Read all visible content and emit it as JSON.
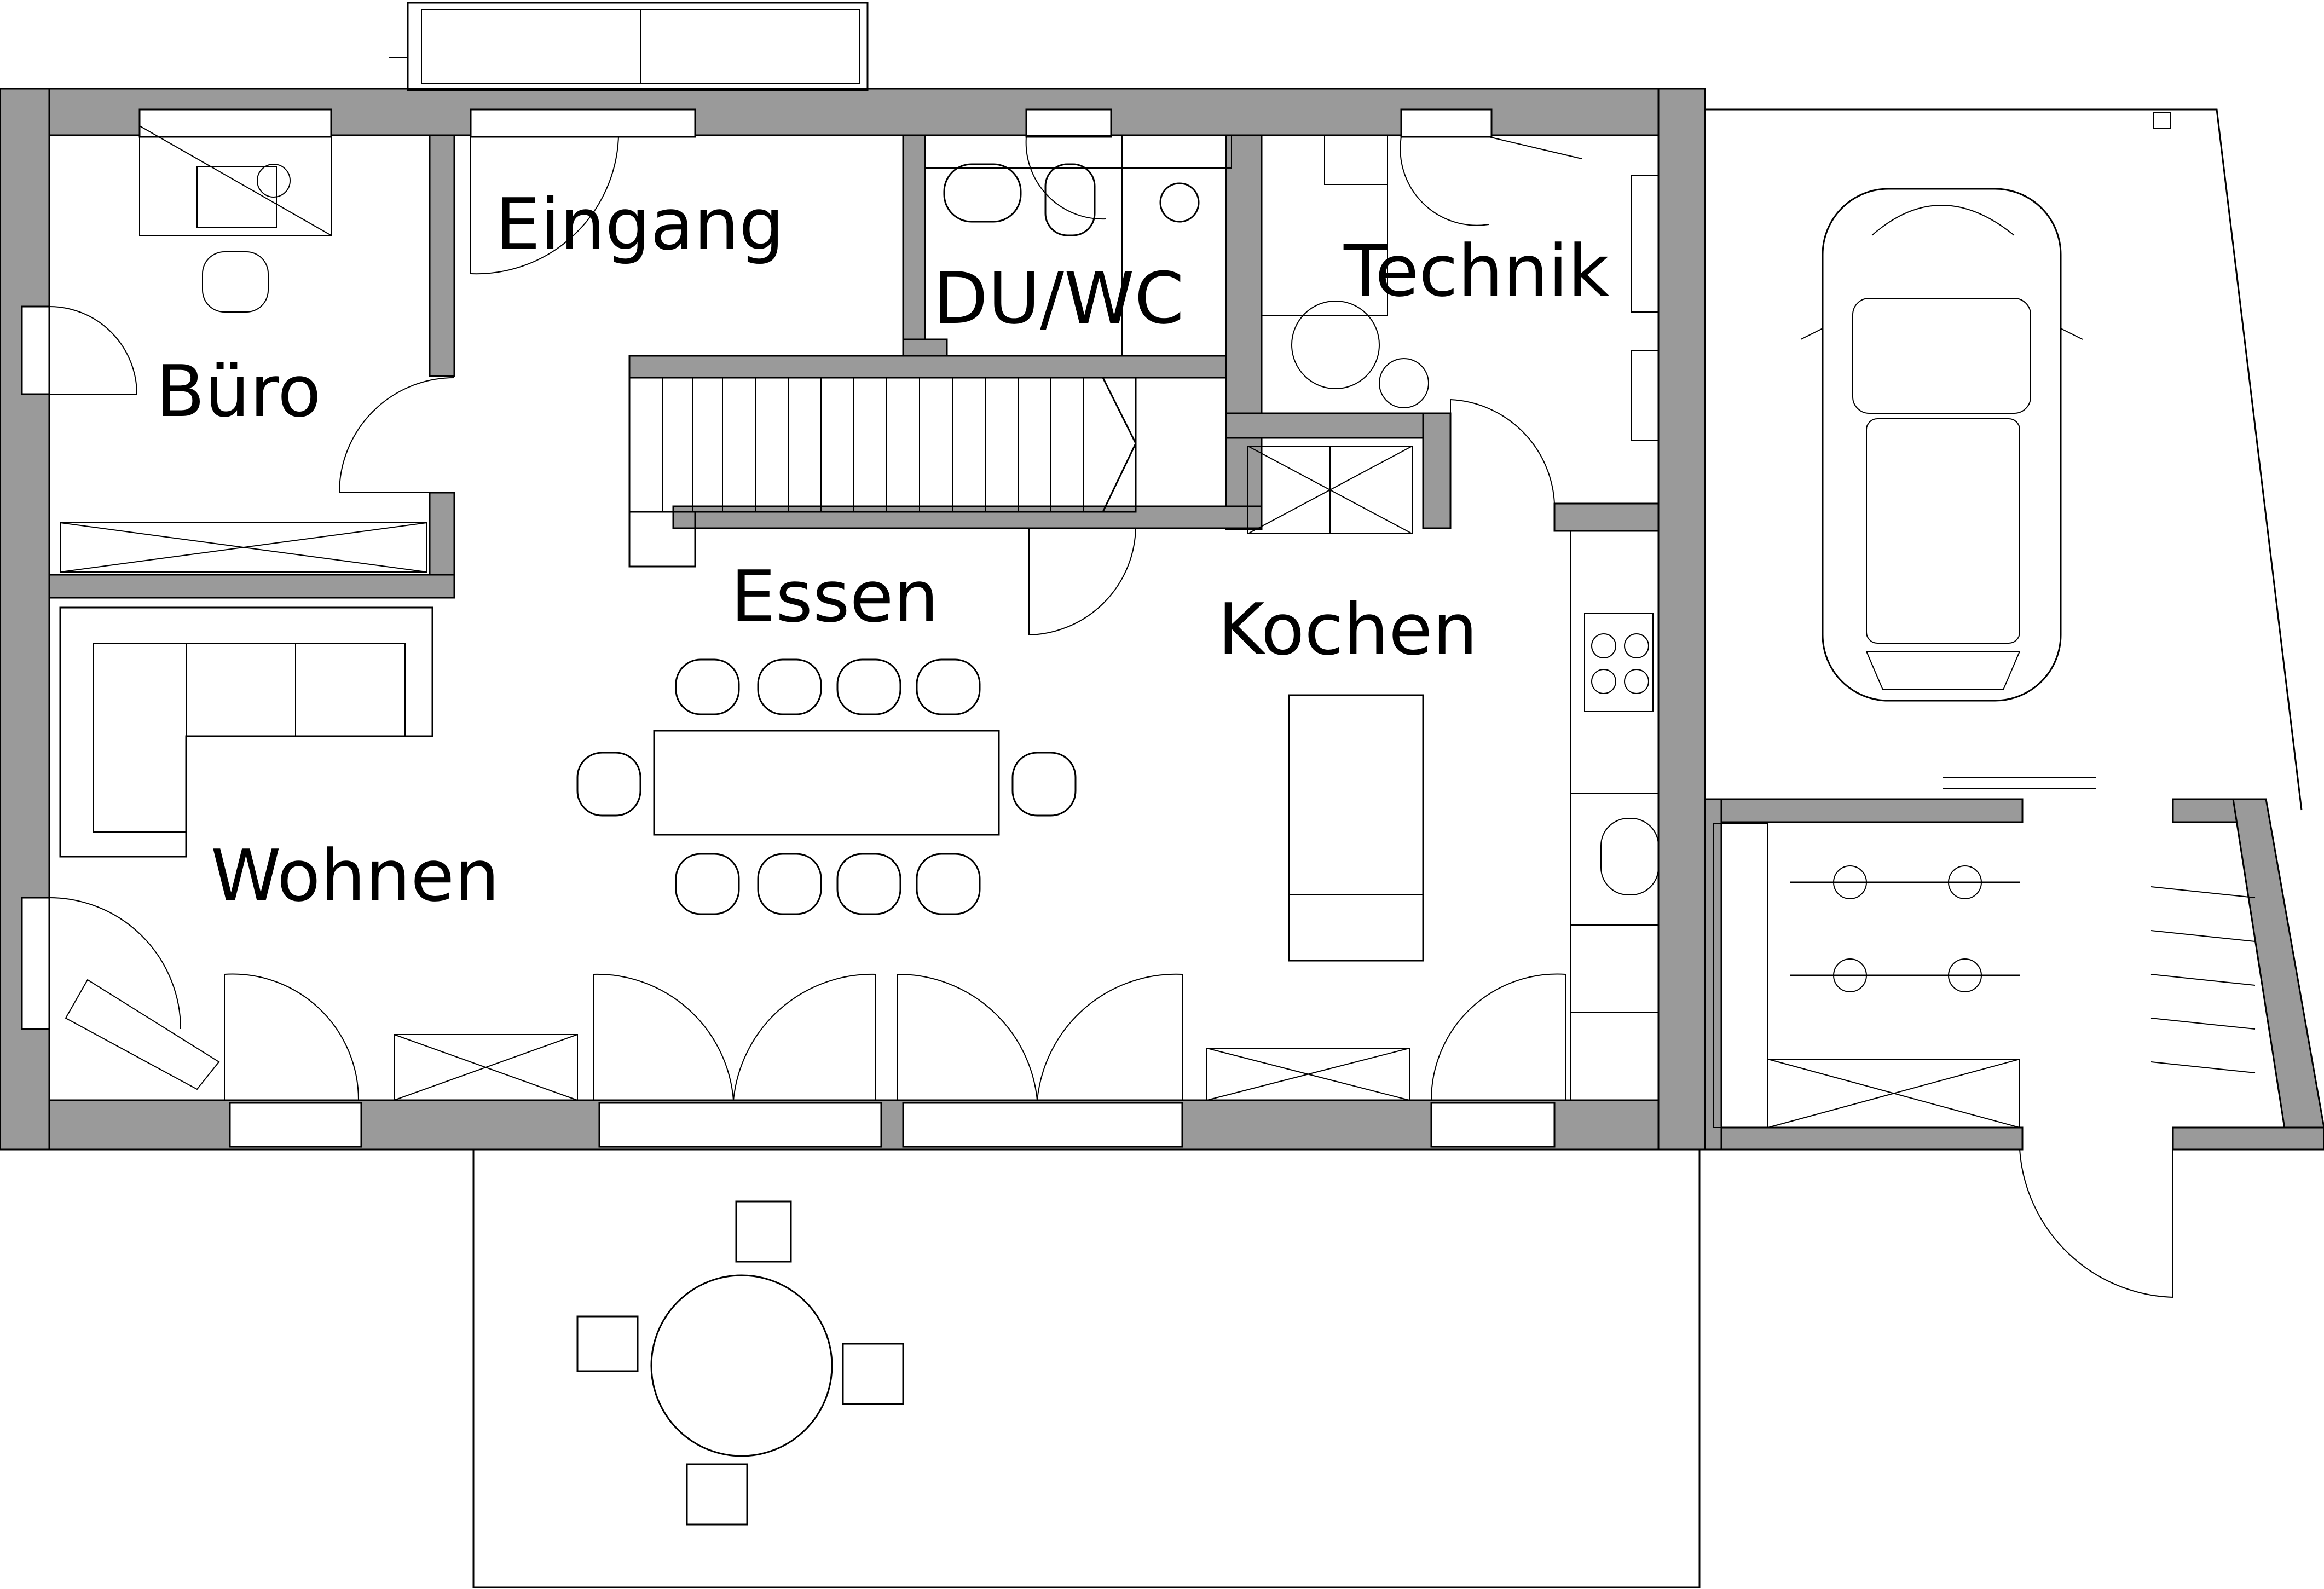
{
  "floorplan": {
    "rooms": {
      "buero": "Büro",
      "eingang": "Eingang",
      "duwc": "DU/WC",
      "technik": "Technik",
      "essen": "Essen",
      "kochen": "Kochen",
      "wohnen": "Wohnen"
    }
  }
}
